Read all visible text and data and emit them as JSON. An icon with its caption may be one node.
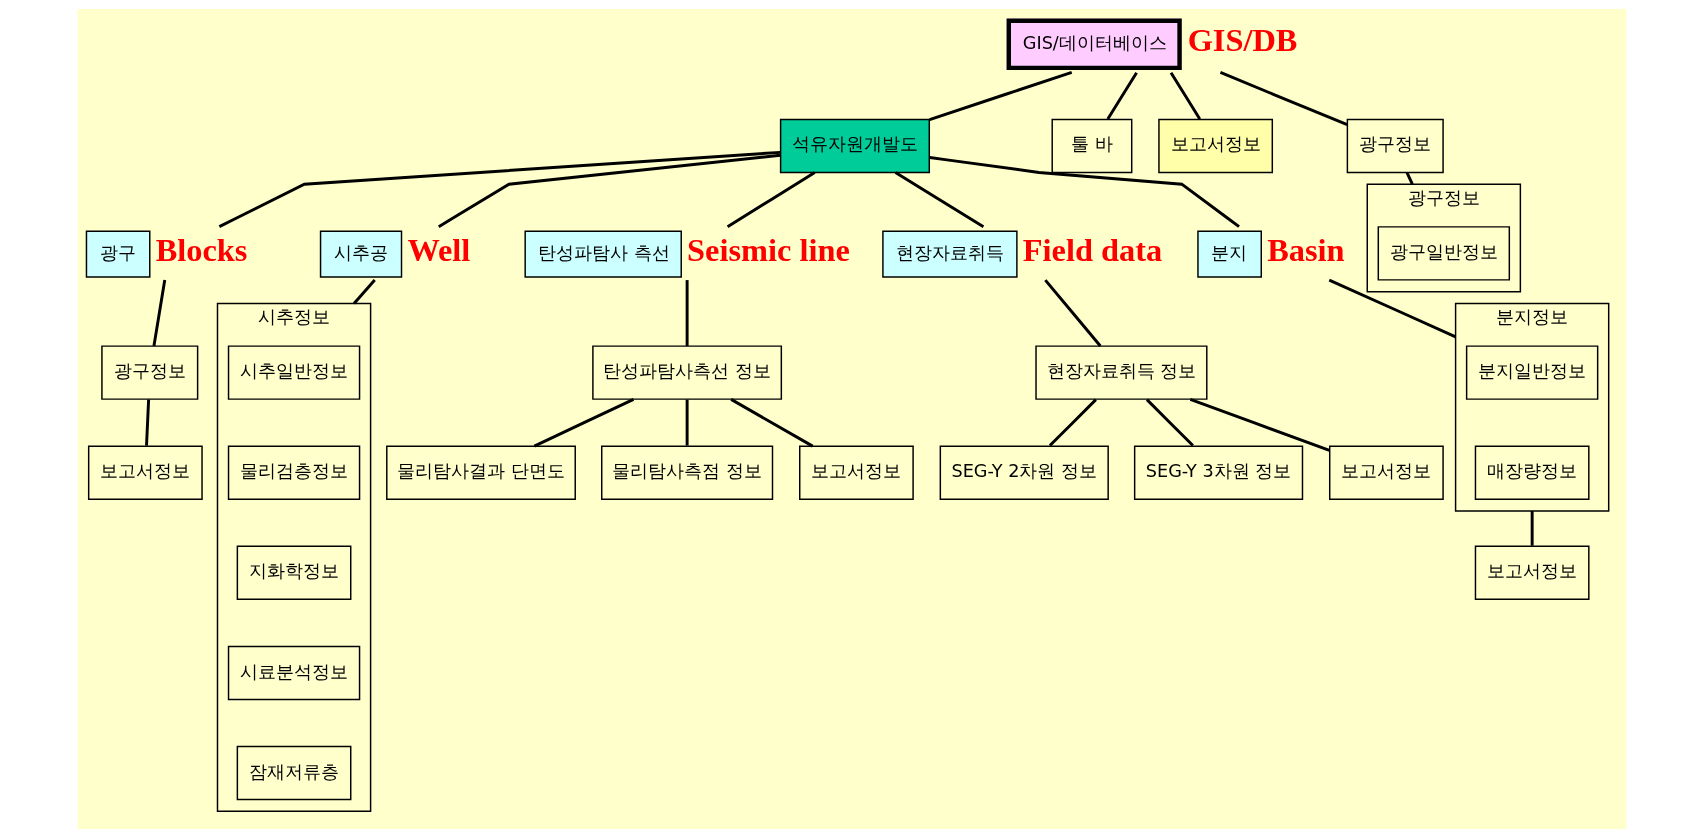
{
  "diagram": {
    "nodes": [
      {
        "text": [
          "GIS/데이터베이스"
        ],
        "beside": [
          "GIS/DB"
        ]
      },
      {
        "text": [
          "석유자원개발도"
        ]
      },
      {
        "text": [
          "툴 바"
        ]
      },
      {
        "text": [
          "보고서정보"
        ]
      },
      {
        "text": [
          "광구정보"
        ]
      },
      {
        "text": [
          "광구정보"
        ]
      },
      {
        "text": [
          "광구일반정보"
        ],
        "in": 5
      },
      {
        "text": [
          "광구"
        ],
        "beside": [
          "Blocks"
        ]
      },
      {
        "text": [
          "광구정보"
        ]
      },
      {
        "text": [
          "보고서정보"
        ]
      },
      {
        "text": [
          "시추공"
        ],
        "beside": [
          "Well"
        ]
      },
      {
        "text": [
          "시추정보"
        ]
      },
      {
        "text": [
          "시추일반정보"
        ],
        "in": 11
      },
      {
        "text": [
          "물리검층정보"
        ],
        "in": 11
      },
      {
        "text": [
          "지화학정보"
        ],
        "in": 11
      },
      {
        "text": [
          "시료분석정보"
        ],
        "in": 11
      },
      {
        "text": [
          "잠재저류층"
        ],
        "in": 11
      },
      {
        "text": [
          "탄성파탐사 측선"
        ],
        "beside": [
          "Seismic line"
        ]
      },
      {
        "text": [
          "탄성파탐사측선 정보"
        ]
      },
      {
        "text": [
          "물리탐사결과 단면도"
        ]
      },
      {
        "text": [
          "물리탐사측점 정보"
        ]
      },
      {
        "text": [
          "보고서정보"
        ]
      },
      {
        "text": [
          "현장자료취득"
        ],
        "beside": [
          "Field data"
        ]
      },
      {
        "text": [
          "현장자료취득 정보"
        ]
      },
      {
        "text": [
          "SEG-Y 2차원 정보"
        ]
      },
      {
        "text": [
          "SEG-Y 3차원 정보"
        ]
      },
      {
        "text": [
          "보고서정보"
        ]
      },
      {
        "text": [
          "분지"
        ],
        "beside": [
          "Basin"
        ]
      },
      {
        "text": [
          "분지정보"
        ]
      },
      {
        "text": [
          "분지일반정보"
        ],
        "in": 28
      },
      {
        "text": [
          "매장량정보"
        ],
        "in": 28
      },
      {
        "text": [
          "보고서정보"
        ]
      }
    ],
    "edges": [
      {
        "from": 0,
        "to": 1,
        "arrow": "none"
      },
      {
        "from": 0,
        "to": 2,
        "arrow": "none"
      },
      {
        "from": 0,
        "to": 3,
        "arrow": "none"
      },
      {
        "from": 0,
        "to": 4,
        "arrow": "none"
      },
      {
        "from": 4,
        "to": 5,
        "arrow": "none"
      },
      {
        "from": 1,
        "to": 7,
        "arrow": "none"
      },
      {
        "from": 1,
        "to": 10,
        "arrow": "none"
      },
      {
        "from": 1,
        "to": 17,
        "arrow": "none"
      },
      {
        "from": 1,
        "to": 22,
        "arrow": "none"
      },
      {
        "from": 1,
        "to": 27,
        "arrow": "none"
      },
      {
        "from": 7,
        "to": 8,
        "arrow": "none"
      },
      {
        "from": 8,
        "to": 9,
        "arrow": "none"
      },
      {
        "from": 10,
        "to": 11,
        "arrow": "none"
      },
      {
        "from": 17,
        "to": 18,
        "arrow": "none"
      },
      {
        "from": 18,
        "to": 19,
        "arrow": "none"
      },
      {
        "from": 18,
        "to": 20,
        "arrow": "none"
      },
      {
        "from": 18,
        "to": 21,
        "arrow": "none"
      },
      {
        "from": 22,
        "to": 23,
        "arrow": "none"
      },
      {
        "from": 23,
        "to": 24,
        "arrow": "none"
      },
      {
        "from": 23,
        "to": 25,
        "arrow": "none"
      },
      {
        "from": 23,
        "to": 26,
        "arrow": "none"
      },
      {
        "from": 27,
        "to": 28,
        "arrow": "none"
      },
      {
        "from": 28,
        "to": 31,
        "arrow": "none"
      }
    ]
  }
}
